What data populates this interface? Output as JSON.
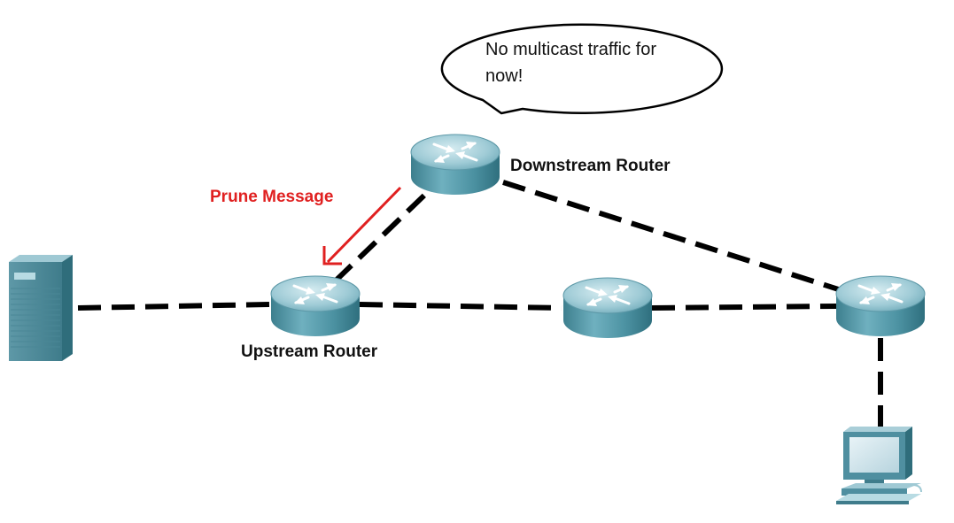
{
  "diagram": {
    "title": "",
    "speech_bubble": {
      "line1": "No multicast traffic for",
      "line2": "now!"
    },
    "labels": {
      "downstream_router": "Downstream Router",
      "upstream_router": "Upstream Router",
      "prune_message": "Prune Message"
    },
    "nodes": [
      {
        "id": "server",
        "type": "server-icon"
      },
      {
        "id": "upstream-router",
        "type": "router-icon",
        "label": "Upstream Router"
      },
      {
        "id": "middle-router",
        "type": "router-icon"
      },
      {
        "id": "downstream-router",
        "type": "router-icon",
        "label": "Downstream Router"
      },
      {
        "id": "right-router",
        "type": "router-icon"
      },
      {
        "id": "pc",
        "type": "pc-icon"
      }
    ],
    "links": [
      {
        "from": "server",
        "to": "upstream-router",
        "style": "dashed"
      },
      {
        "from": "upstream-router",
        "to": "middle-router",
        "style": "dashed"
      },
      {
        "from": "middle-router",
        "to": "right-router",
        "style": "dashed"
      },
      {
        "from": "upstream-router",
        "to": "downstream-router",
        "style": "dashed"
      },
      {
        "from": "downstream-router",
        "to": "right-router",
        "style": "dashed"
      },
      {
        "from": "right-router",
        "to": "pc",
        "style": "dashed"
      }
    ],
    "colors": {
      "prune_arrow": "#e02020",
      "prune_text": "#e02020",
      "router_body": "#4f9aaa",
      "link": "#000000"
    }
  }
}
